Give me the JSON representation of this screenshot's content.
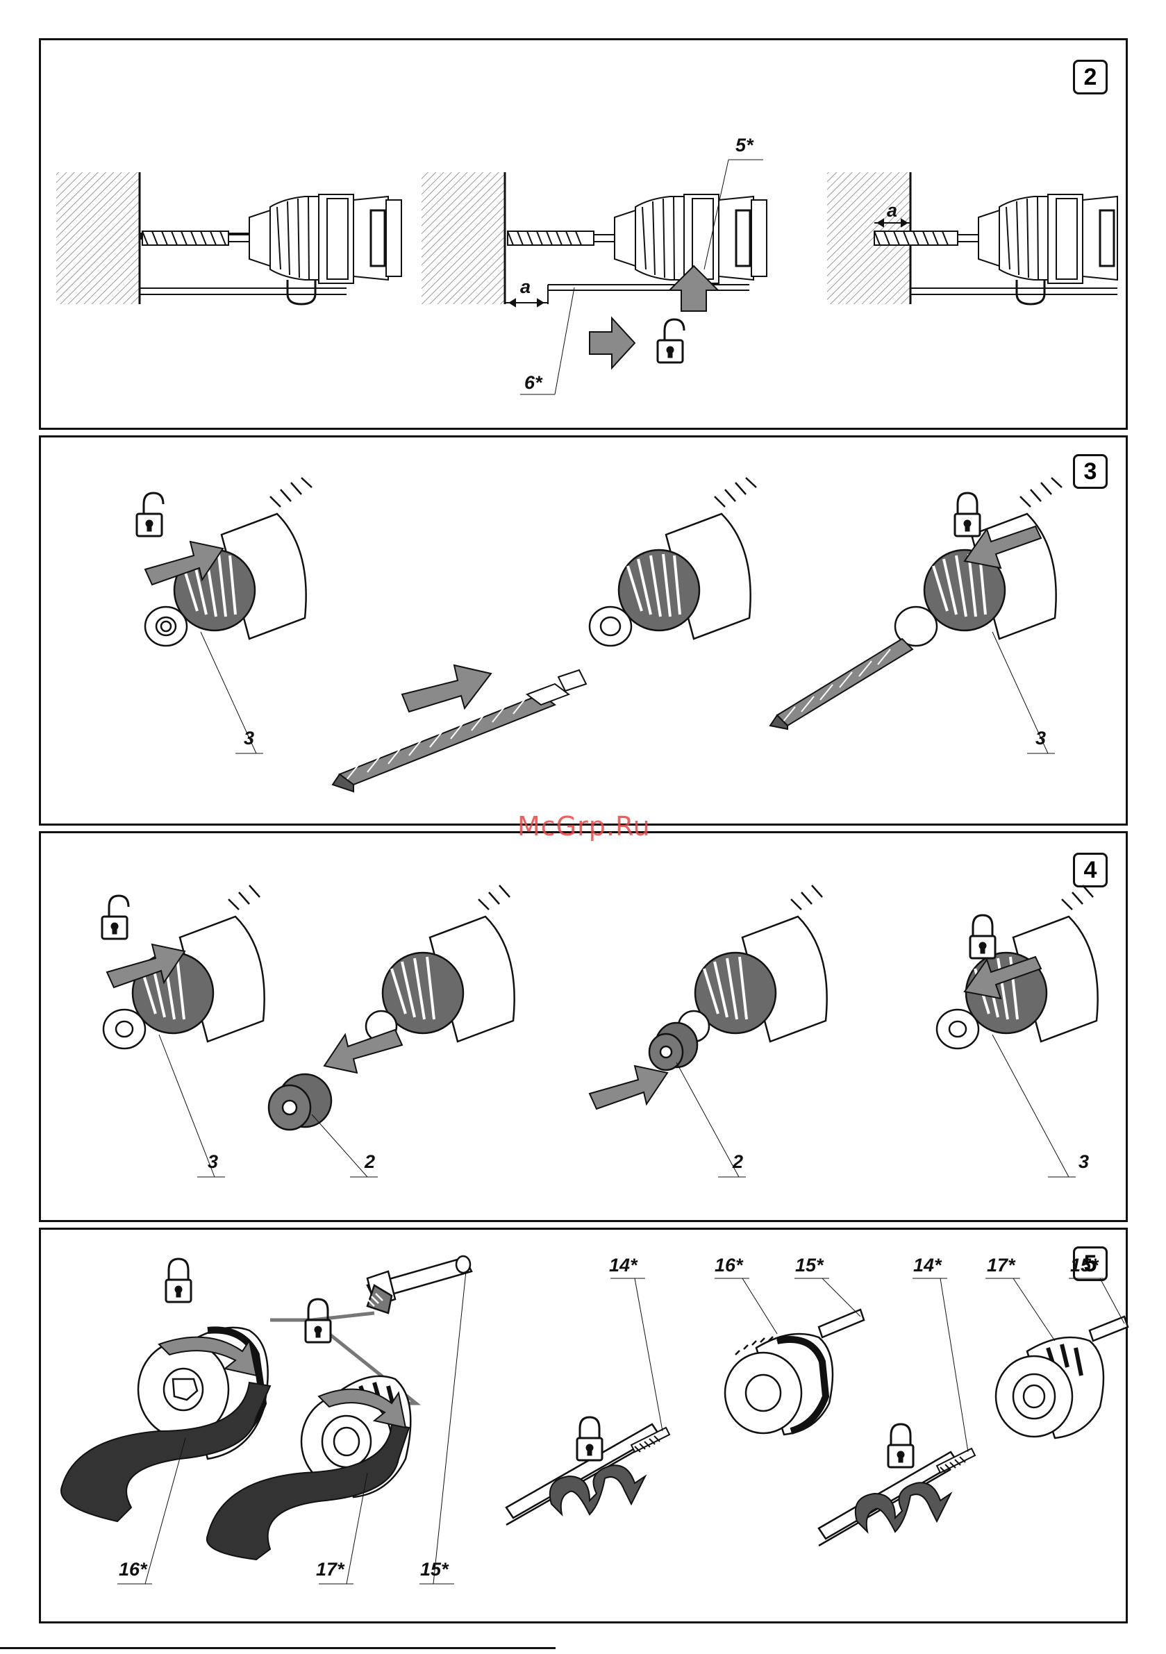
{
  "panels": [
    {
      "number": "2",
      "labels": {
        "a1": "a",
        "five": "5*",
        "six": "6*",
        "a2": "a"
      }
    },
    {
      "number": "3",
      "labels": {
        "l1": "3",
        "l2": "3"
      }
    },
    {
      "number": "4",
      "labels": {
        "l1": "3",
        "l2": "2",
        "l3": "2",
        "l4": "3"
      }
    },
    {
      "number": "5",
      "labels": {
        "l16a": "16*",
        "l17a": "17*",
        "l15a": "15*",
        "l14a": "14*",
        "l16b": "16*",
        "l15b": "15*",
        "l14b": "14*",
        "l17b": "17*",
        "l15c": "15*"
      }
    }
  ],
  "watermark": "McGrp.Ru",
  "colors": {
    "line": "#111111",
    "arrow": "#8a8a8a",
    "collar": "#6a6a6a",
    "hatch": "#999999"
  }
}
